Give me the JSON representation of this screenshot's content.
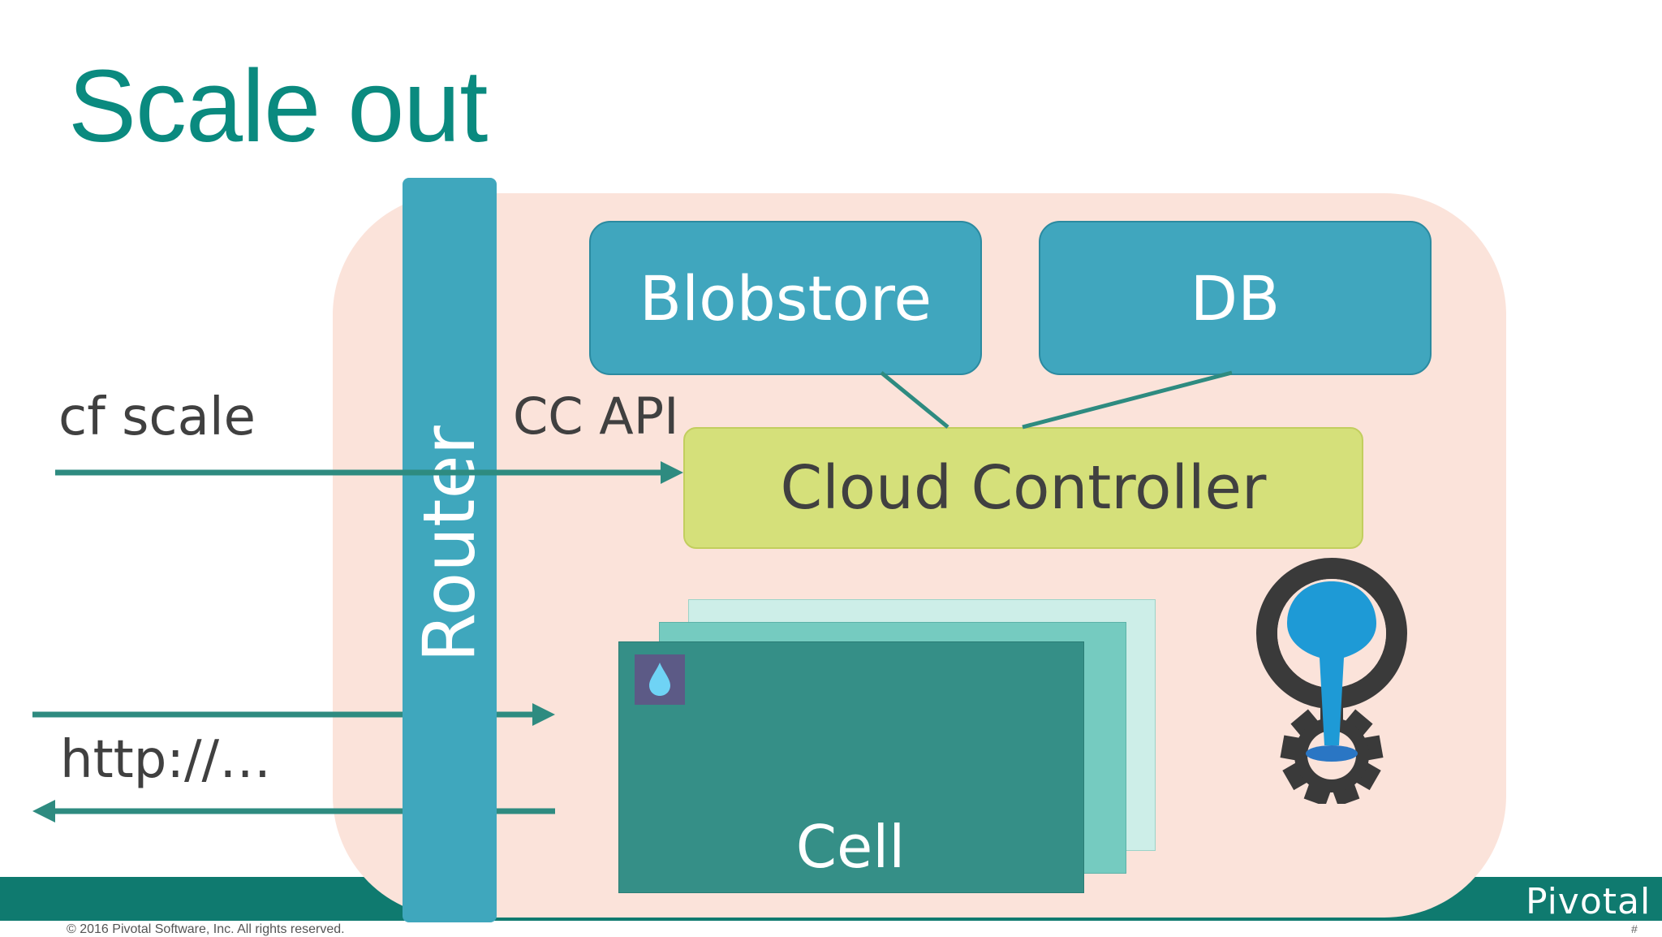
{
  "slide": {
    "title": "Scale out",
    "copyright": "© 2016 Pivotal Software, Inc.  All rights reserved.",
    "brand": "Pivotal",
    "corner_mark": "#"
  },
  "diagram": {
    "router_label": "Router",
    "blobstore_label": "Blobstore",
    "db_label": "DB",
    "cloud_controller_label": "Cloud Controller",
    "cf_scale_label": "cf scale",
    "cc_api_label": "CC API",
    "http_label": "http://…",
    "cell_label": "Cell"
  },
  "colors": {
    "title": "#0a8a7f",
    "accent_teal": "#0f7a6f",
    "router_blue": "#3fa7bd",
    "service_blue": "#40a6be",
    "controller_green": "#d5e07a",
    "system_area": "#fbe3da",
    "arrow": "#2e8b80"
  },
  "icons": {
    "cell_icon": "water-drop-icon",
    "logo": "diego-gear-drop-logo"
  }
}
